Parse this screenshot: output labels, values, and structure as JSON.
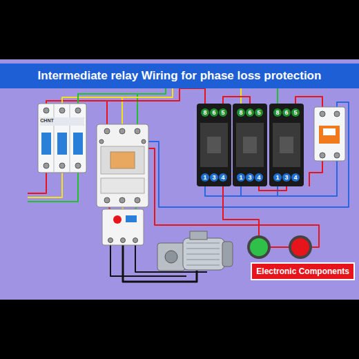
{
  "diagram": {
    "title": "Intermediate relay Wiring for phase loss protection",
    "nodes": [
      {
        "text": [
          "Intermediate relay Wiring for phase loss protection"
        ]
      },
      {
        "text": [
          "Electronic Components"
        ]
      }
    ],
    "labels": [
      "CHNT",
      "8",
      "6",
      "5",
      "1",
      "3",
      "4",
      "8",
      "6",
      "5",
      "1",
      "3",
      "4",
      "8",
      "6",
      "5",
      "1",
      "3",
      "4"
    ]
  }
}
